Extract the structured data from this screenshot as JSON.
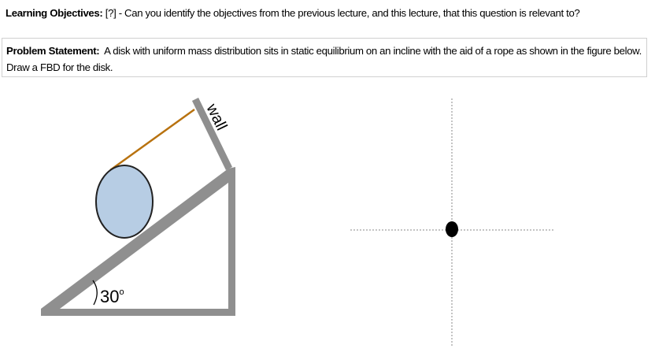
{
  "learning_objectives": {
    "label": "Learning Objectives:",
    "text": " [?] - Can you identify the objectives from the previous lecture, and this lecture, that this question is relevant to?"
  },
  "problem_statement": {
    "label": "Problem Statement:",
    "text": "  A disk with uniform mass distribution sits in static equilibrium on an incline with the aid of a rope as shown in the figure below.  Draw a FBD for the disk."
  },
  "figure": {
    "wall_label": "wall",
    "angle_label": "30",
    "angle_unit": "o",
    "colors": {
      "structure": "#8f8f8f",
      "rope": "#b8720f",
      "disk": "#b7cde4"
    }
  }
}
